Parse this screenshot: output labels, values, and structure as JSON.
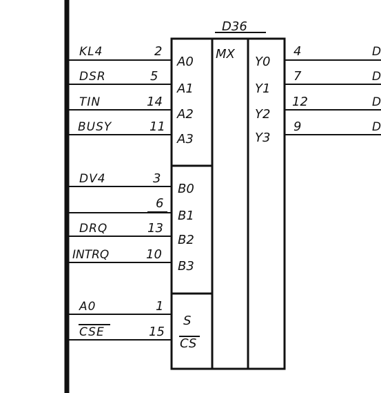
{
  "chip": {
    "designator": "D36",
    "function": "MX"
  },
  "inputs": [
    {
      "signal": "KL4",
      "pin": "2",
      "port": "A0"
    },
    {
      "signal": "DSR",
      "pin": "5",
      "port": "A1"
    },
    {
      "signal": "TIN",
      "pin": "14",
      "port": "A2"
    },
    {
      "signal": "BUSY",
      "pin": "11",
      "port": "A3"
    },
    {
      "signal": "DV4",
      "pin": "3",
      "port": "B0"
    },
    {
      "signal": "",
      "pin": "6",
      "port": "B1"
    },
    {
      "signal": "DRQ",
      "pin": "13",
      "port": "B2"
    },
    {
      "signal": "INTRQ",
      "pin": "10",
      "port": "B3"
    },
    {
      "signal": "A0",
      "pin": "1",
      "port": "S"
    },
    {
      "signal": "CSE",
      "pin": "15",
      "port": "CS"
    }
  ],
  "outputs": [
    {
      "port": "Y0",
      "pin": "4",
      "signal": "D"
    },
    {
      "port": "Y1",
      "pin": "7",
      "signal": "D"
    },
    {
      "port": "Y2",
      "pin": "12",
      "signal": "D"
    },
    {
      "port": "Y3",
      "pin": "9",
      "signal": "D"
    }
  ]
}
